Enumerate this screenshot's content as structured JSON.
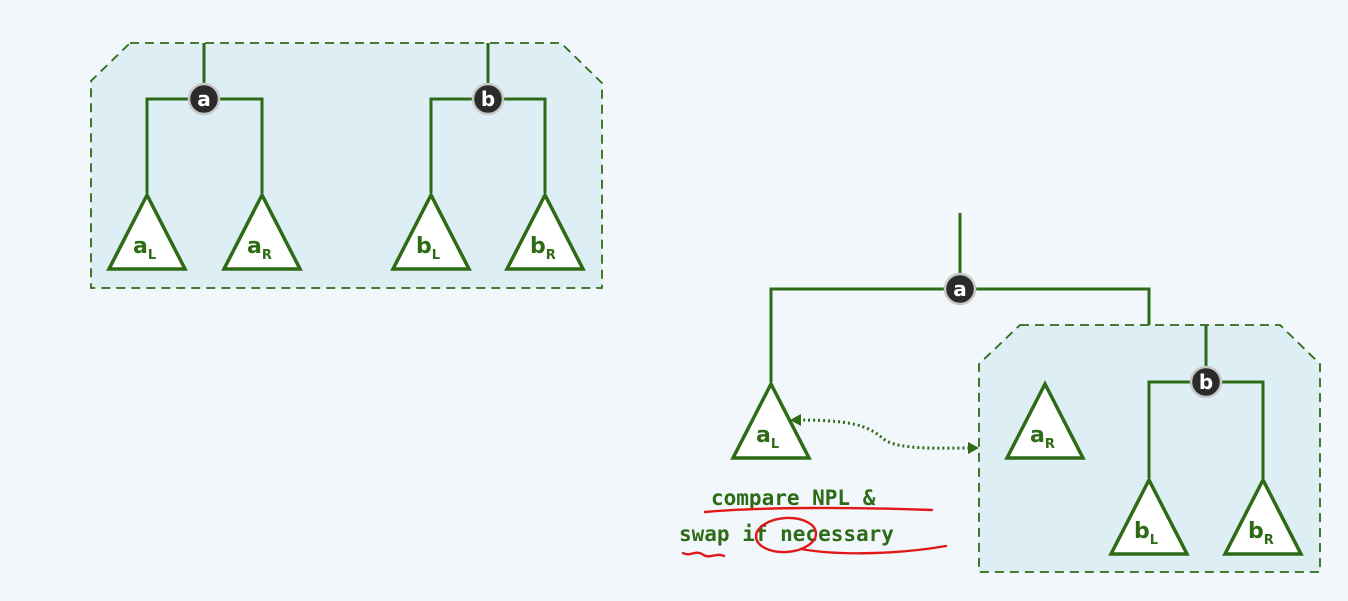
{
  "colors": {
    "background": "#f2f7fb",
    "panel_fill": "#ddeef4",
    "edge": "#2e6b16",
    "node_fill": "#2b2b2b",
    "node_ring": "#c8c8c8",
    "annotation": "#e01818"
  },
  "left_diagram": {
    "node_a": "a",
    "node_b": "b",
    "subtrees": [
      {
        "base": "a",
        "sub": "L"
      },
      {
        "base": "a",
        "sub": "R"
      },
      {
        "base": "b",
        "sub": "L"
      },
      {
        "base": "b",
        "sub": "R"
      }
    ]
  },
  "right_diagram": {
    "node_a": "a",
    "node_b": "b",
    "subtrees": [
      {
        "base": "a",
        "sub": "L"
      },
      {
        "base": "a",
        "sub": "R"
      },
      {
        "base": "b",
        "sub": "L"
      },
      {
        "base": "b",
        "sub": "R"
      }
    ],
    "note_line1": "compare NPL &",
    "note_line2": "swap if necessary"
  }
}
